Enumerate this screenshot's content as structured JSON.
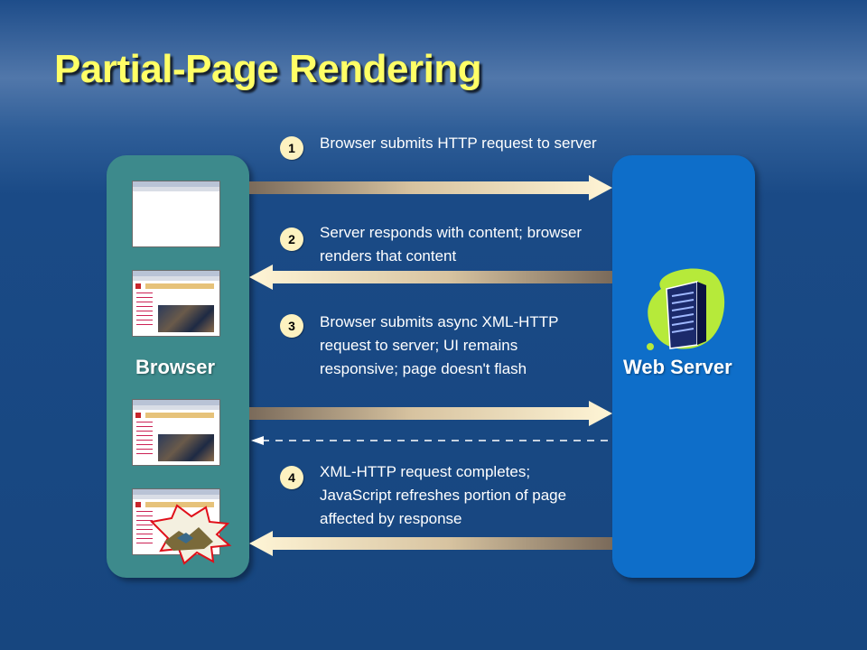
{
  "title": "Partial-Page Rendering",
  "browser_label": "Browser",
  "server_label": "Web Server",
  "steps": [
    {
      "number": "1",
      "text": "Browser submits HTTP request to server"
    },
    {
      "number": "2",
      "text": "Server responds with content; browser renders that content"
    },
    {
      "number": "3",
      "text": "Browser submits async XML-HTTP request to server; UI remains responsive; page doesn't flash"
    },
    {
      "number": "4",
      "text": "XML-HTTP request completes; JavaScript refreshes portion of page affected by response"
    }
  ],
  "colors": {
    "title": "#ffff66",
    "browser_panel": "#3d8a8c",
    "server_panel": "#0e6ec9",
    "step_badge": "#fdf2c0"
  }
}
